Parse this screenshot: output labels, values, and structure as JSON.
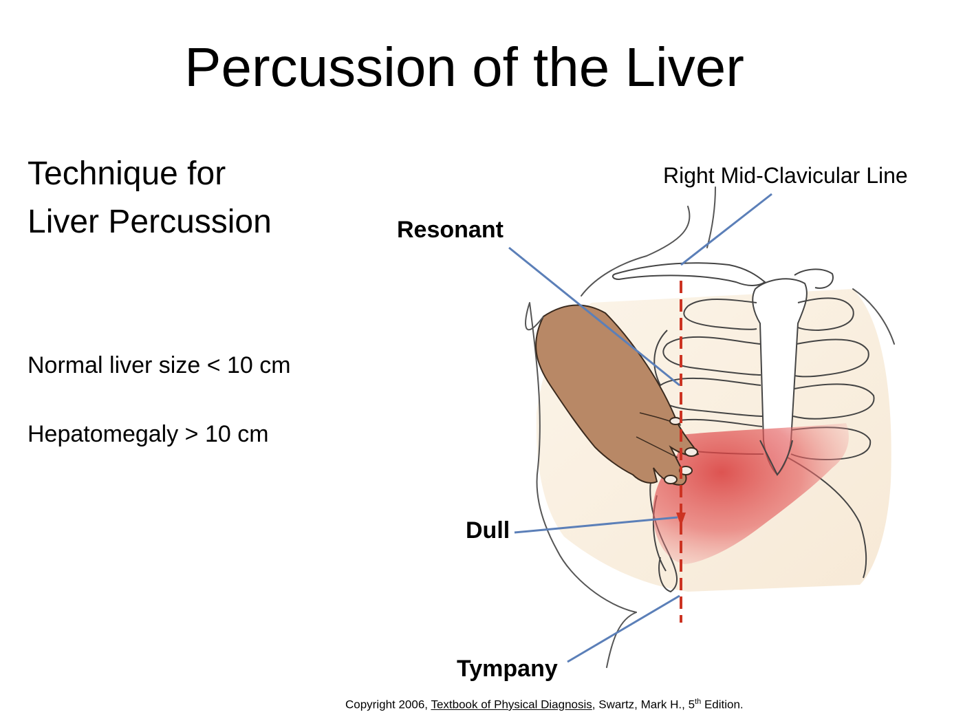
{
  "slide": {
    "title": "Percussion of the Liver",
    "subheading_line1": "Technique for",
    "subheading_line2": "Liver Percussion",
    "normal_size": "Normal liver size < 10 cm",
    "hepatomegaly": "Hepatomegaly > 10 cm"
  },
  "diagram": {
    "label_midclavicular": "Right Mid-Clavicular Line",
    "label_resonant": "Resonant",
    "label_dull": "Dull",
    "label_tympany": "Tympany",
    "colors": {
      "leader_line": "#5b7fb8",
      "midclavicular_dashes": "#cc3322",
      "liver_dullness": "#e05a5a",
      "hand": "#b88866"
    }
  },
  "citation": {
    "prefix": "Copyright 2006, ",
    "book": "Textbook of Physical Diagnosis",
    "author": ", Swartz, Mark H., 5",
    "sup": "th",
    "suffix": " Edition."
  }
}
